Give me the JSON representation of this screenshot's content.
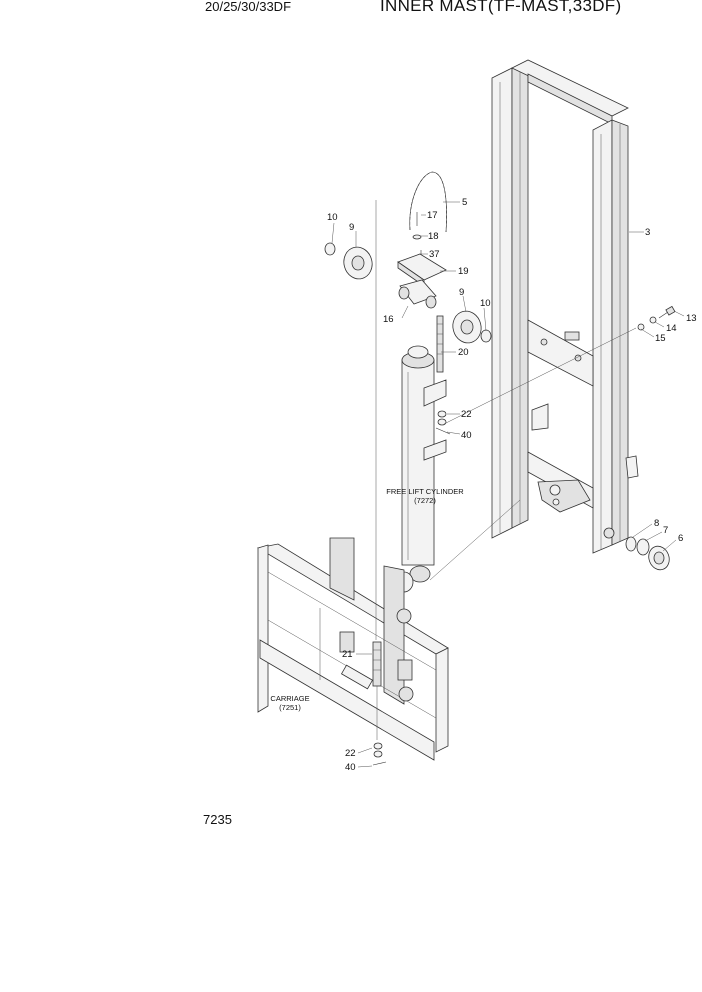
{
  "header": {
    "model": "20/25/30/33DF",
    "title": "INNER MAST(TF-MAST,33DF)"
  },
  "page_code": "7235",
  "callouts": {
    "c3": "3",
    "c5": "5",
    "c6": "6",
    "c7": "7",
    "c8": "8",
    "c9a": "9",
    "c9b": "9",
    "c10a": "10",
    "c10b": "10",
    "c13": "13",
    "c14": "14",
    "c15": "15",
    "c16": "16",
    "c17": "17",
    "c18": "18",
    "c19": "19",
    "c20": "20",
    "c21": "21",
    "c22a": "22",
    "c22b": "22",
    "c37": "37",
    "c40a": "40",
    "c40b": "40"
  },
  "assemblies": {
    "free_lift_cylinder": {
      "name": "FREE LIFT CYLINDER",
      "ref": "(7272)"
    },
    "carriage": {
      "name": "CARRIAGE",
      "ref": "(7251)"
    }
  }
}
